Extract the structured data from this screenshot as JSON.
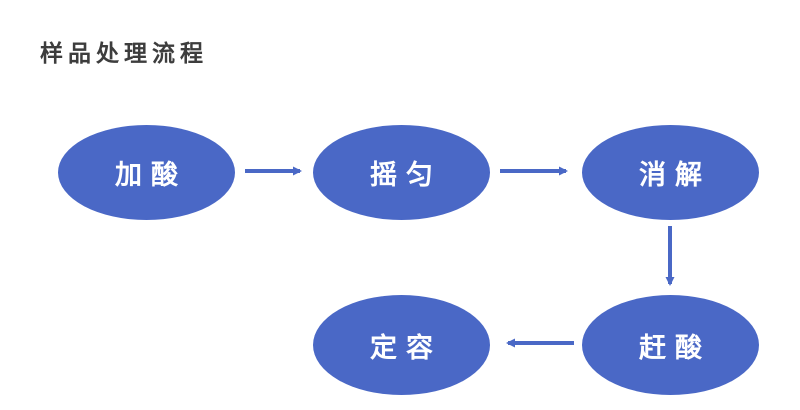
{
  "title": "样品处理流程",
  "colors": {
    "node_fill": "#4a68c6",
    "node_text": "#ffffff",
    "arrow": "#4a68c6",
    "title_text": "#3d3d3d",
    "background": "#ffffff"
  },
  "flowchart": {
    "nodes": [
      {
        "id": "jiasuan",
        "label": "加酸"
      },
      {
        "id": "yaoyun",
        "label": "摇匀"
      },
      {
        "id": "xiaojie",
        "label": "消解"
      },
      {
        "id": "gansuan",
        "label": "赶酸"
      },
      {
        "id": "dingrong",
        "label": "定容"
      }
    ],
    "edges": [
      {
        "from": "加酸",
        "to": "摇匀",
        "direction": "right"
      },
      {
        "from": "摇匀",
        "to": "消解",
        "direction": "right"
      },
      {
        "from": "消解",
        "to": "赶酸",
        "direction": "down"
      },
      {
        "from": "赶酸",
        "to": "定容",
        "direction": "left"
      }
    ]
  }
}
